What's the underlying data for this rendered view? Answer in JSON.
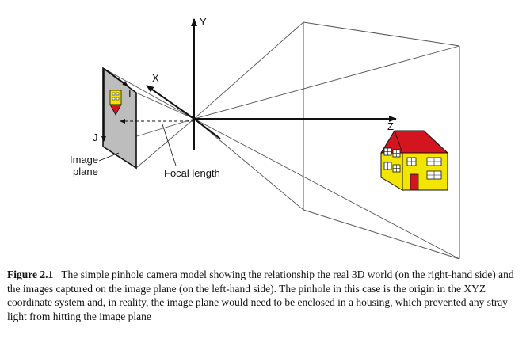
{
  "diagram": {
    "axes": {
      "x_label": "X",
      "y_label": "Y",
      "z_label": "Z"
    },
    "image_plane": {
      "label_line1": "Image",
      "label_line2": "plane",
      "i_label": "I",
      "j_label": "J"
    },
    "focal_length_label": "Focal length",
    "colors": {
      "house_wall": "#f2e600",
      "house_roof": "#d4141e",
      "house_door": "#d4141e",
      "image_plane_fill": "#bdbdbd",
      "line": "#111111"
    }
  },
  "caption": {
    "figure_number": "Figure 2.1",
    "text": "The simple pinhole camera model showing the relationship the real 3D world (on the right-hand side) and the images captured on the image plane (on the left-hand side). The pinhole in this case is the origin in the XYZ coordinate system and, in reality, the image plane would need to be enclosed in a housing, which prevented any stray light from hitting the image plane"
  }
}
